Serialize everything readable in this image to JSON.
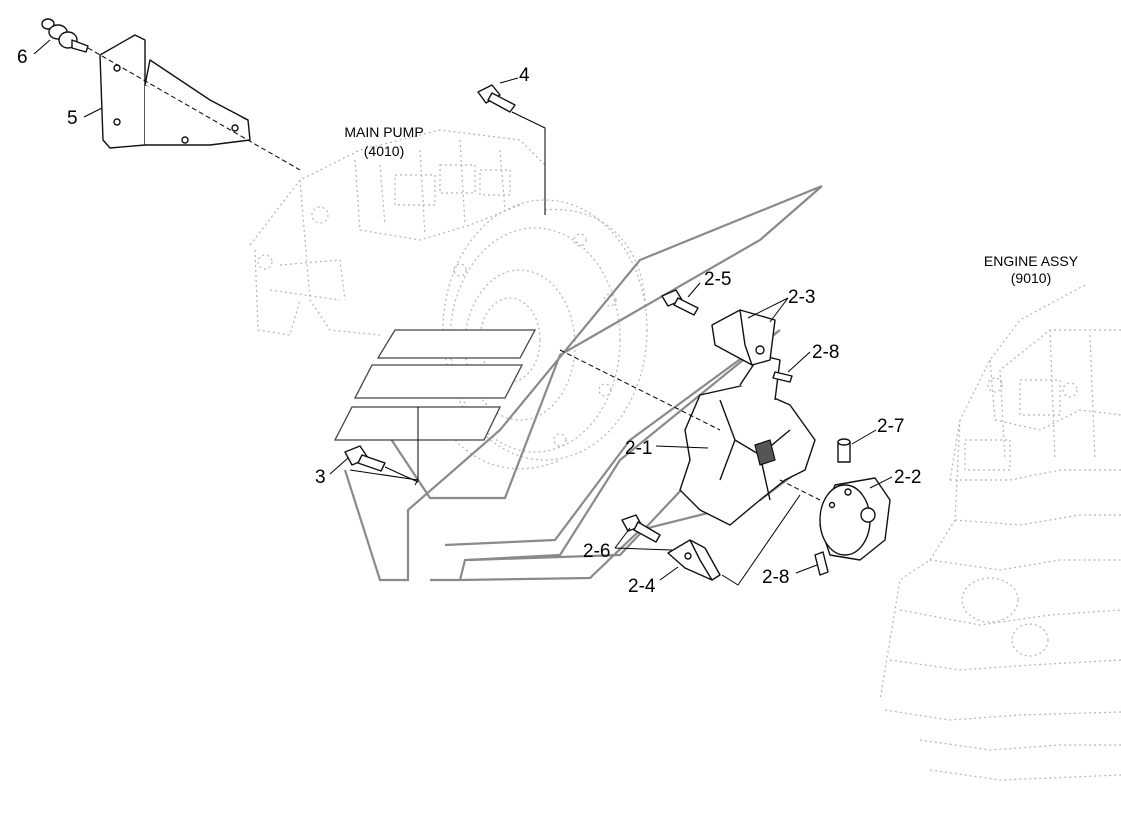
{
  "assemblies": {
    "main_pump": {
      "name": "MAIN PUMP",
      "code": "(4010)"
    },
    "engine": {
      "name": "ENGINE ASSY",
      "code": "(9010)"
    }
  },
  "callouts": {
    "p6": "6",
    "p5": "5",
    "p4": "4",
    "p3": "3",
    "p2_1": "2-1",
    "p2_2": "2-2",
    "p2_3": "2-3",
    "p2_4": "2-4",
    "p2_5": "2-5",
    "p2_6": "2-6",
    "p2_7": "2-7",
    "p2_8a": "2-8",
    "p2_8b": "2-8"
  }
}
